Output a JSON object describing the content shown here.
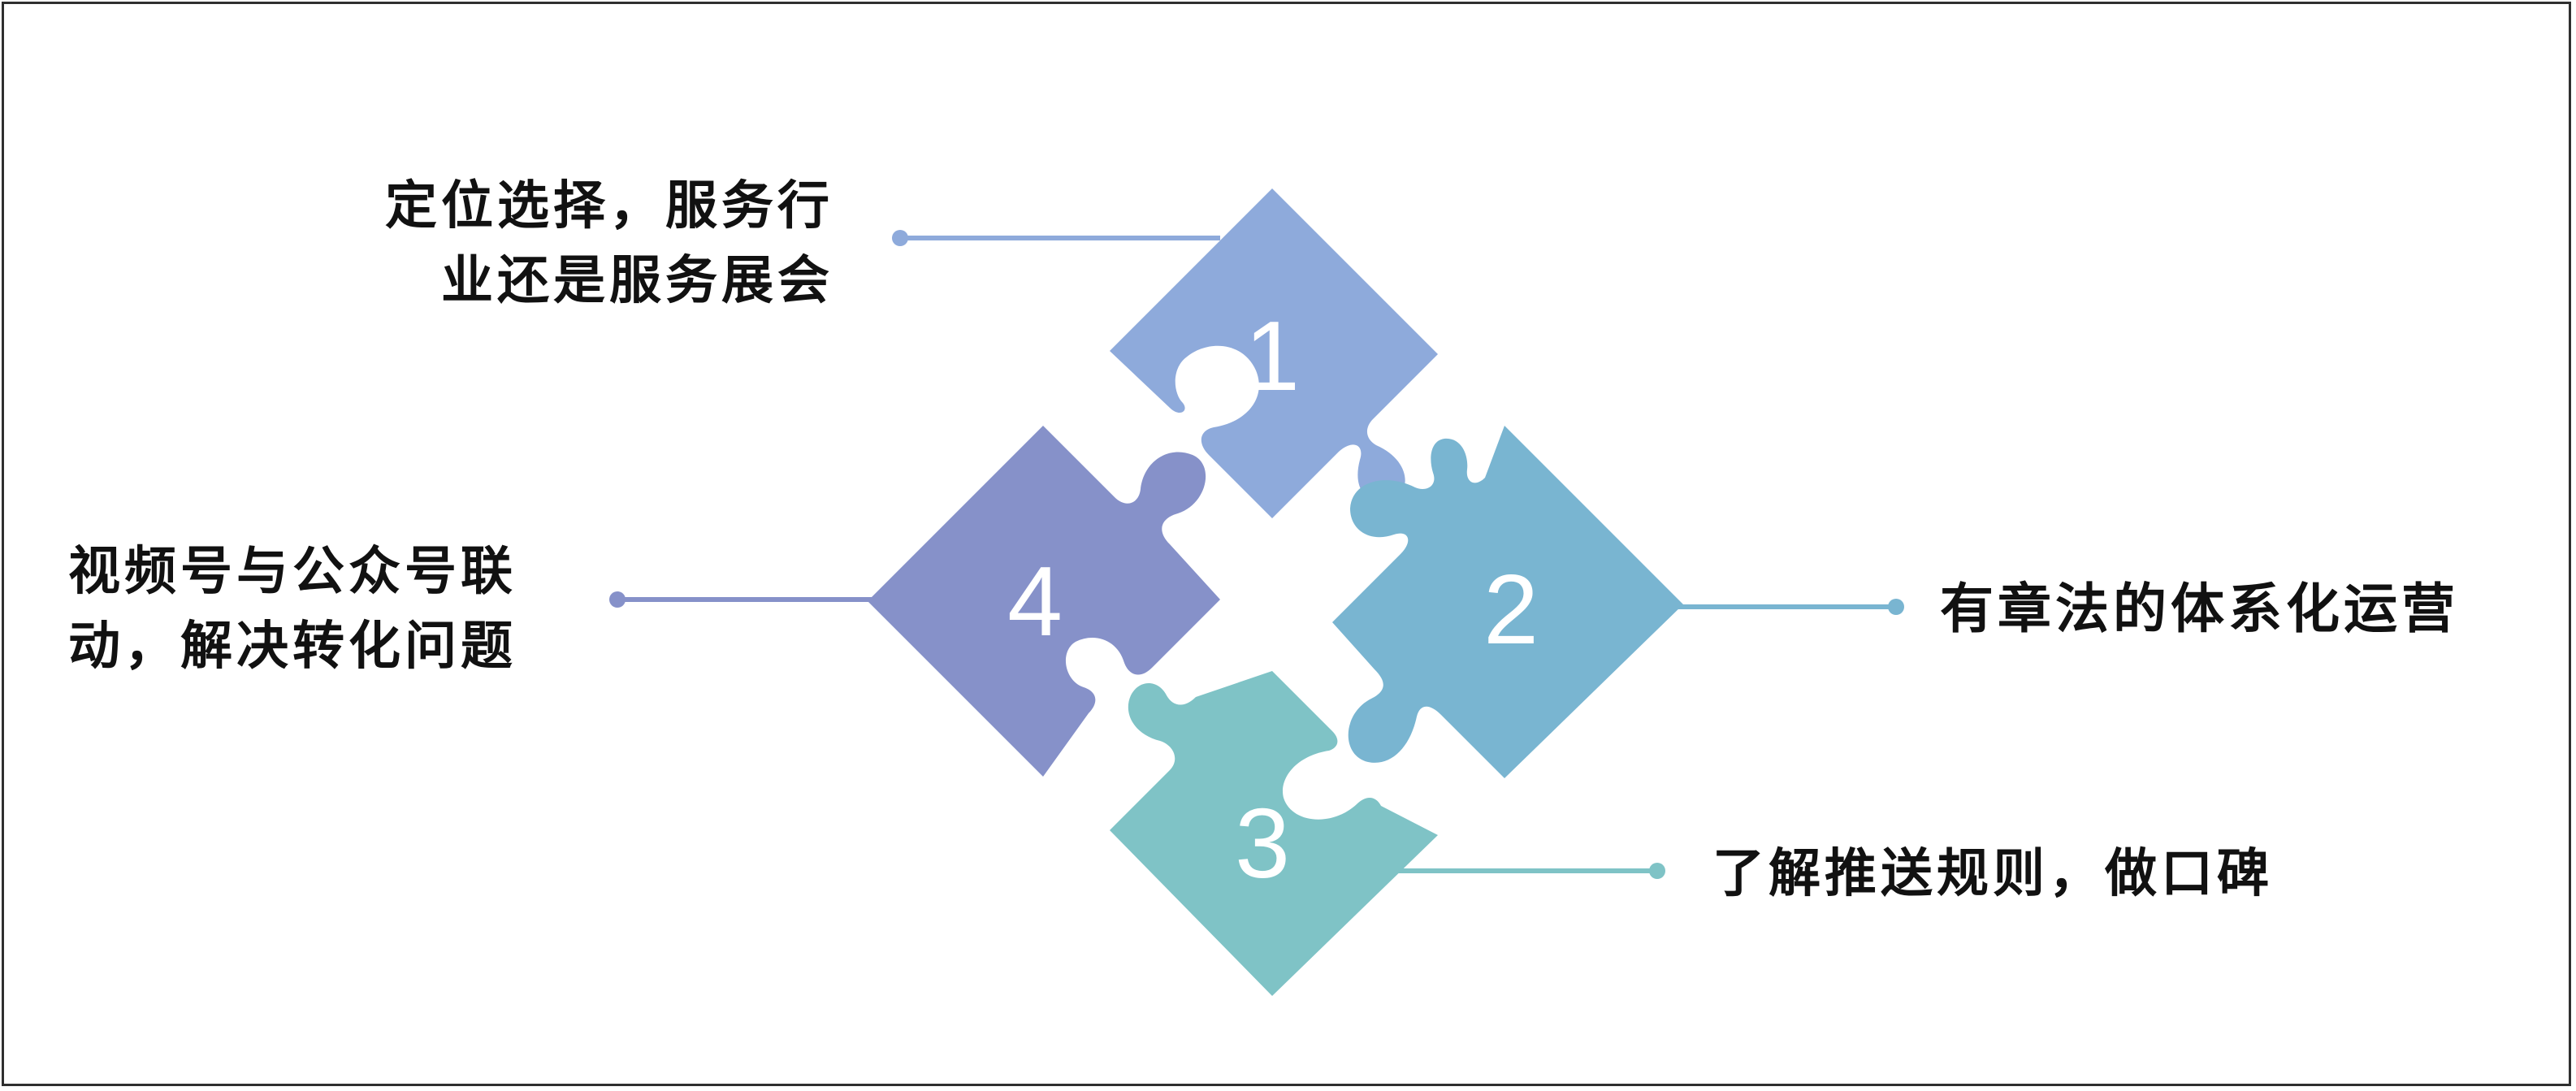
{
  "pieces": [
    {
      "number": "1",
      "color": "#8eaadb",
      "text_lines": [
        "定位选择，服务行",
        "业还是服务展会"
      ]
    },
    {
      "number": "2",
      "color": "#79b5d1",
      "text_lines": [
        "有章法的体系化运营"
      ]
    },
    {
      "number": "3",
      "color": "#7fc3c6",
      "text_lines": [
        "了解推送规则，做口碑"
      ]
    },
    {
      "number": "4",
      "color": "#8691c9",
      "text_lines": [
        "视频号与公众号联",
        "动，解决转化问题"
      ]
    }
  ]
}
